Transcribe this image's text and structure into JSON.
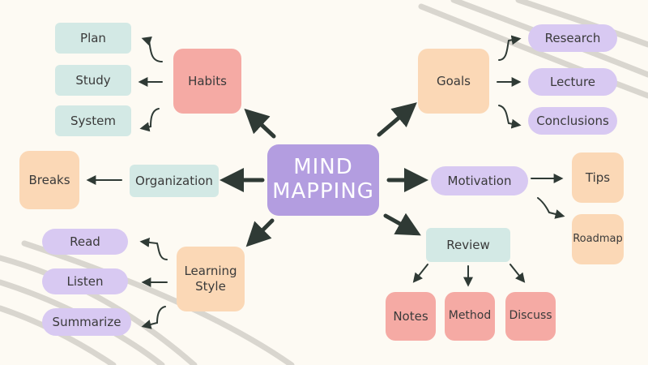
{
  "center": {
    "line1": "MIND",
    "line2": "MAPPING"
  },
  "habits": {
    "label": "Habits",
    "children": [
      "Plan",
      "Study",
      "System"
    ]
  },
  "goals": {
    "label": "Goals",
    "children": [
      "Research",
      "Lecture",
      "Conclusions"
    ]
  },
  "organization": {
    "label": "Organization",
    "children": [
      "Breaks"
    ]
  },
  "motivation": {
    "label": "Motivation",
    "children": [
      "Tips",
      "Roadmap"
    ]
  },
  "learning_style": {
    "line1": "Learning",
    "line2": "Style",
    "children": [
      "Read",
      "Listen",
      "Summarize"
    ]
  },
  "review": {
    "label": "Review",
    "children": [
      "Notes",
      "Method",
      "Discuss"
    ]
  },
  "colors": {
    "background": "#fdfaf3",
    "teal": "#d3e9e5",
    "pink": "#f5aaa4",
    "peach": "#fbd8b6",
    "lavender": "#d8c9f2",
    "purple": "#b39de0",
    "arrow": "#2f3a35",
    "scribble": "#d9d6cf"
  }
}
